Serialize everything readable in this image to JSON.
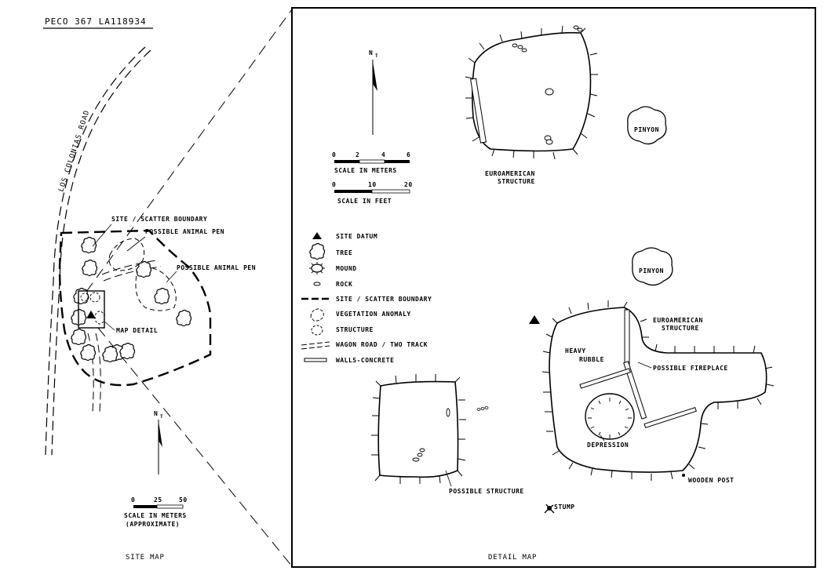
{
  "header": {
    "site_id": "PECO 367   LA118934"
  },
  "site_map": {
    "road_label": "LOS COLONIAS ROAD",
    "labels": {
      "boundary": "SITE / SCATTER BOUNDARY",
      "pen1": "POSSIBLE ANIMAL PEN",
      "pen2": "POSSIBLE ANIMAL PEN",
      "map_detail": "MAP DETAIL"
    },
    "north": "N",
    "north_sub": "T",
    "scale_ticks": [
      "0",
      "25",
      "50"
    ],
    "scale_title_1": "SCALE IN METERS",
    "scale_title_2": "(APPROXIMATE)",
    "caption": "SITE MAP"
  },
  "detail_map": {
    "north": "N",
    "north_sub": "T",
    "scale_m_ticks": [
      "0",
      "2",
      "4",
      "6"
    ],
    "scale_m_title": "SCALE IN METERS",
    "scale_ft_ticks": [
      "0",
      "10",
      "20"
    ],
    "scale_ft_title": "SCALE IN FEET",
    "legend": [
      {
        "icon": "site-datum-icon",
        "label": "SITE DATUM"
      },
      {
        "icon": "tree-icon",
        "label": "TREE"
      },
      {
        "icon": "mound-icon",
        "label": "MOUND"
      },
      {
        "icon": "rock-icon",
        "label": "ROCK"
      },
      {
        "icon": "boundary-line-icon",
        "label": "SITE / SCATTER BOUNDARY"
      },
      {
        "icon": "vegetation-anomaly-icon",
        "label": "VEGETATION ANOMALY"
      },
      {
        "icon": "structure-icon",
        "label": "STRUCTURE"
      },
      {
        "icon": "wagon-road-icon",
        "label": "WAGON ROAD / TWO TRACK"
      },
      {
        "icon": "walls-concrete-icon",
        "label": "WALLS-CONCRETE"
      }
    ],
    "labels": {
      "euro1_a": "EUROAMERICAN",
      "euro1_b": "STRUCTURE",
      "pinyon1": "PINYON",
      "pinyon2": "PINYON",
      "euro2_a": "EUROAMERICAN",
      "euro2_b": "STRUCTURE",
      "heavy_a": "HEAVY",
      "heavy_b": "RUBBLE",
      "fireplace": "POSSIBLE FIREPLACE",
      "depression": "DEPRESSION",
      "wooden_post": "WOODEN POST",
      "possible_structure": "POSSIBLE STRUCTURE",
      "stump": "STUMP"
    },
    "caption": "DETAIL MAP"
  }
}
